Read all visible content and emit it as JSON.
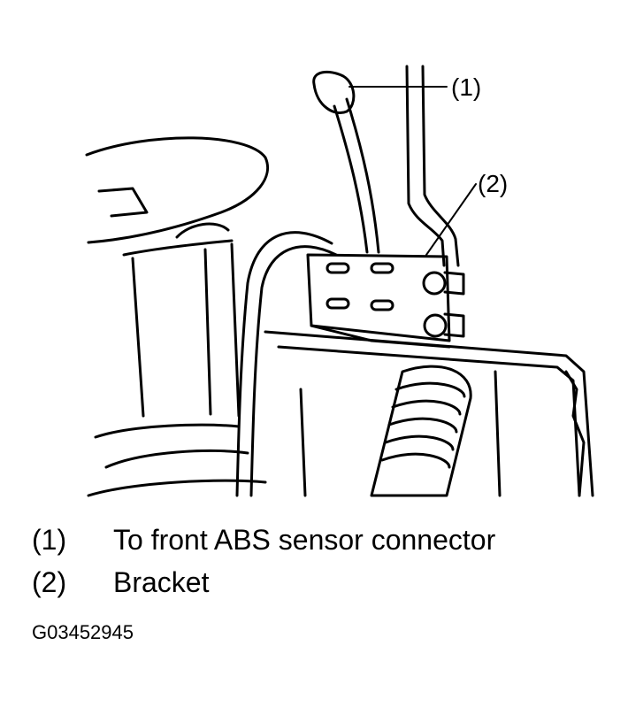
{
  "callouts": [
    {
      "num": "(1)",
      "text": "To front ABS sensor connector"
    },
    {
      "num": "(2)",
      "text": "Bracket"
    }
  ],
  "figure_id": "G03452945"
}
